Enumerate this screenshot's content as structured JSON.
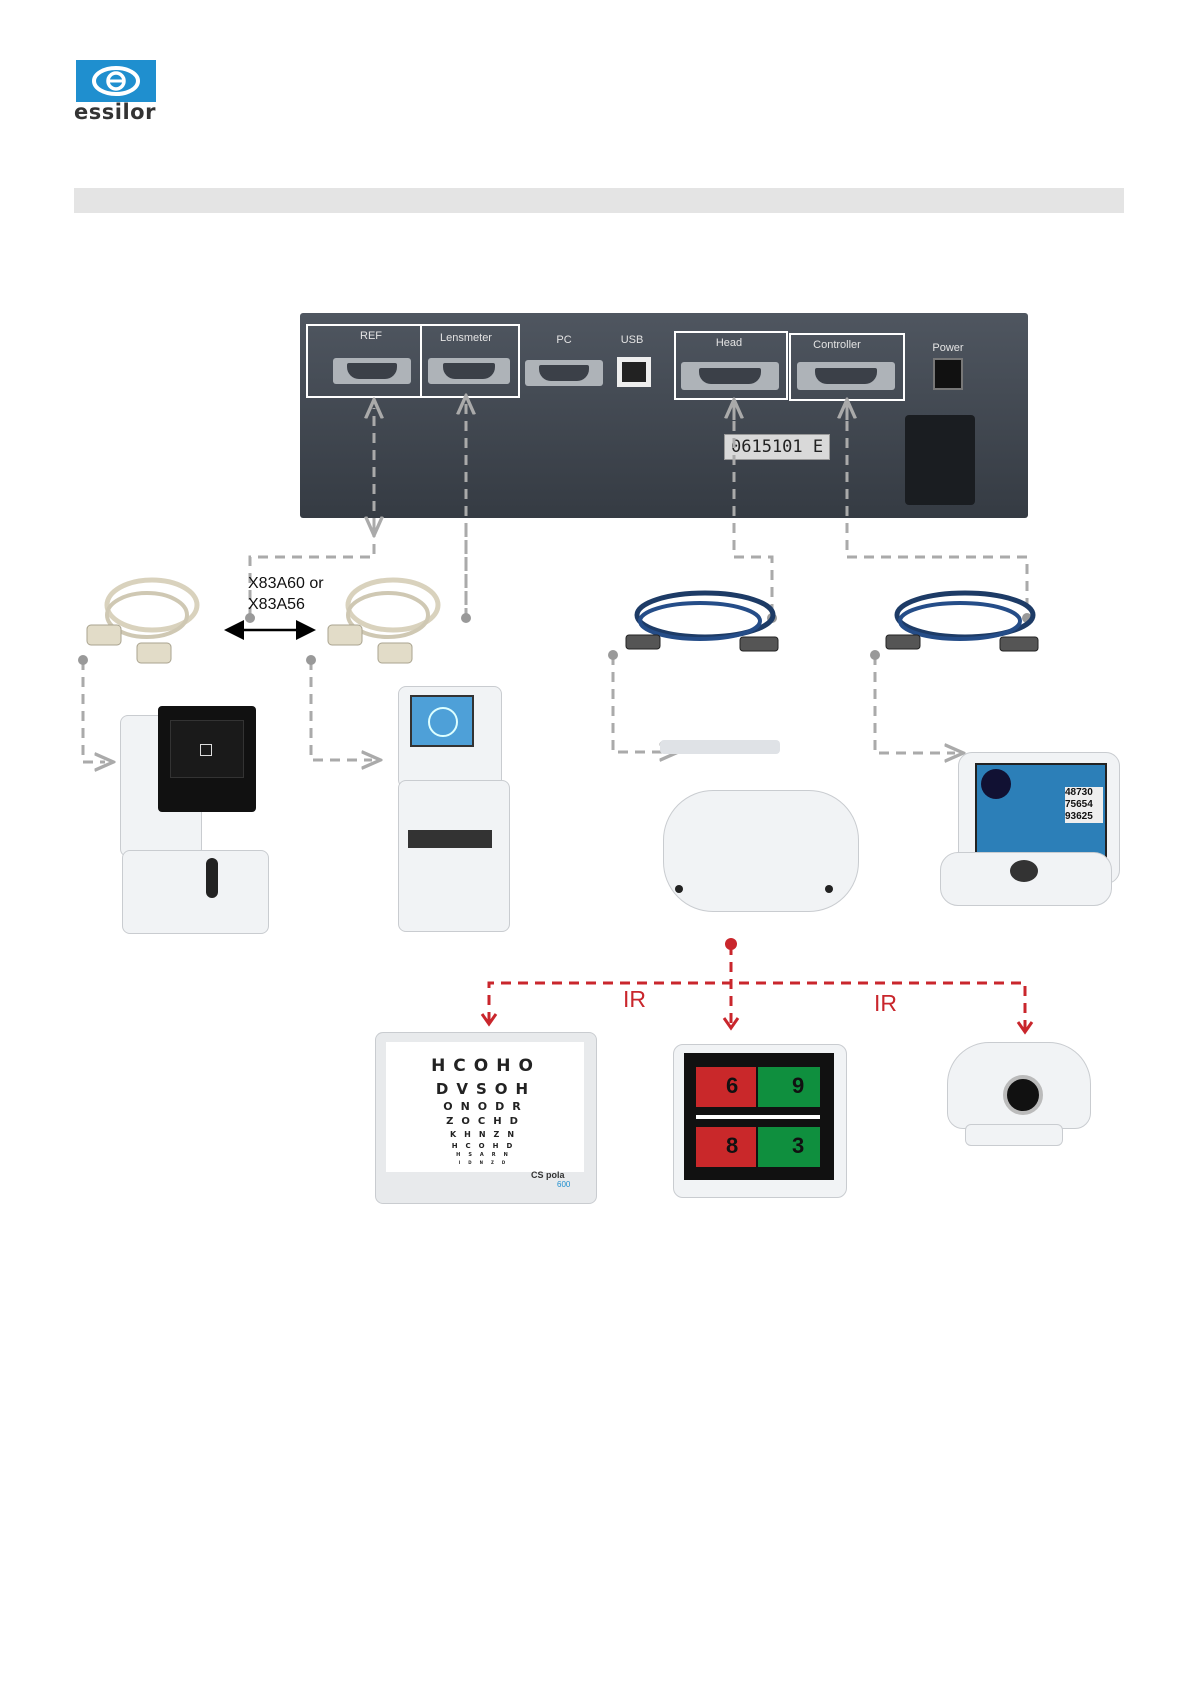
{
  "header": {
    "brand": "essilor",
    "logo_icon": "essilor-eye-logo-icon",
    "brand_color": "#1f8fcf"
  },
  "panel": {
    "ports": [
      "REF",
      "Lensmeter",
      "PC",
      "USB",
      "Head",
      "Controller"
    ],
    "power_label": "Power",
    "serial_number": "0615101 E"
  },
  "cables": {
    "label_line1": "X83A60 or",
    "label_line2": "X83A56"
  },
  "ir": {
    "left": "IR",
    "right": "IR",
    "color": "#c9262c"
  },
  "acuity_chart": {
    "rows": [
      "HCOHO",
      "DVSOH",
      "ONODR",
      "ZOCHD",
      "KHNZN",
      "HCOHD",
      "HSARN",
      "IDNZD"
    ],
    "brand": "CS pola",
    "model": "600"
  },
  "duochrome": {
    "top_left": "6",
    "top_right": "9",
    "bottom_left": "8",
    "bottom_right": "3",
    "red": "#c9282a",
    "green": "#0f8f3e"
  },
  "controller_screen": {
    "values": [
      "48730",
      "75654",
      "93625"
    ]
  }
}
